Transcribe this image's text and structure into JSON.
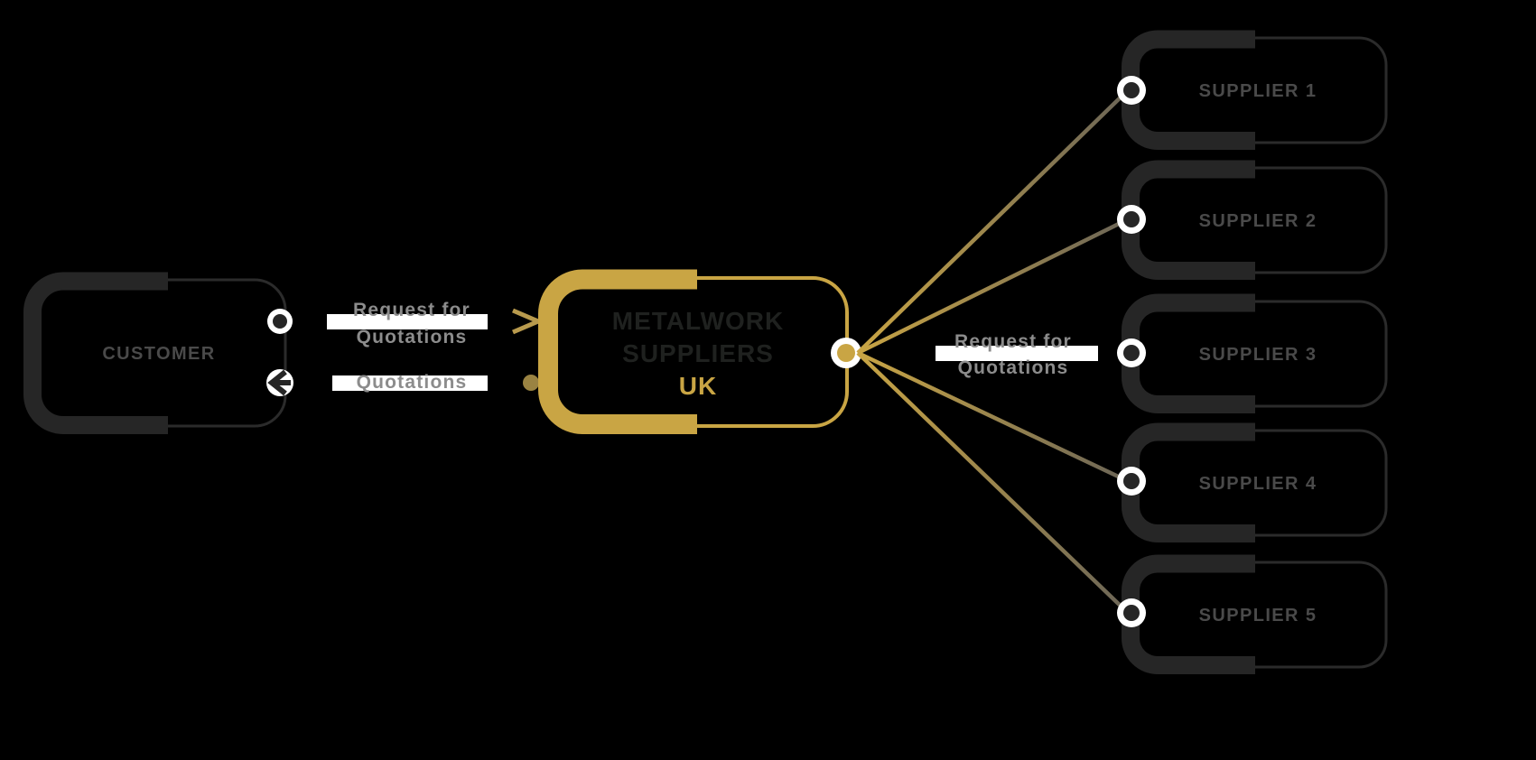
{
  "diagram": {
    "title": "Metalwork Suppliers UK request-for-quotation flow",
    "background": "#000000",
    "colors": {
      "gold": "#c9a544",
      "dark": "#262626",
      "box_text": "#4a4a4a",
      "flow_text": "#8c8c8c",
      "white": "#ffffff"
    }
  },
  "customer": {
    "label": "CUSTOMER"
  },
  "hub": {
    "line1": "METALWORK",
    "line2": "SUPPLIERS",
    "line3": "UK"
  },
  "flows": {
    "outbound_customer": {
      "line1": "Request  for",
      "line2": "Quotations"
    },
    "inbound_customer": {
      "line1": "Quotations"
    },
    "outbound_suppliers": {
      "line1": "Request  for",
      "line2": "Quotations"
    }
  },
  "suppliers": [
    {
      "label": "SUPPLIER 1"
    },
    {
      "label": "SUPPLIER 2"
    },
    {
      "label": "SUPPLIER 3"
    },
    {
      "label": "SUPPLIER 4"
    },
    {
      "label": "SUPPLIER 5"
    }
  ]
}
